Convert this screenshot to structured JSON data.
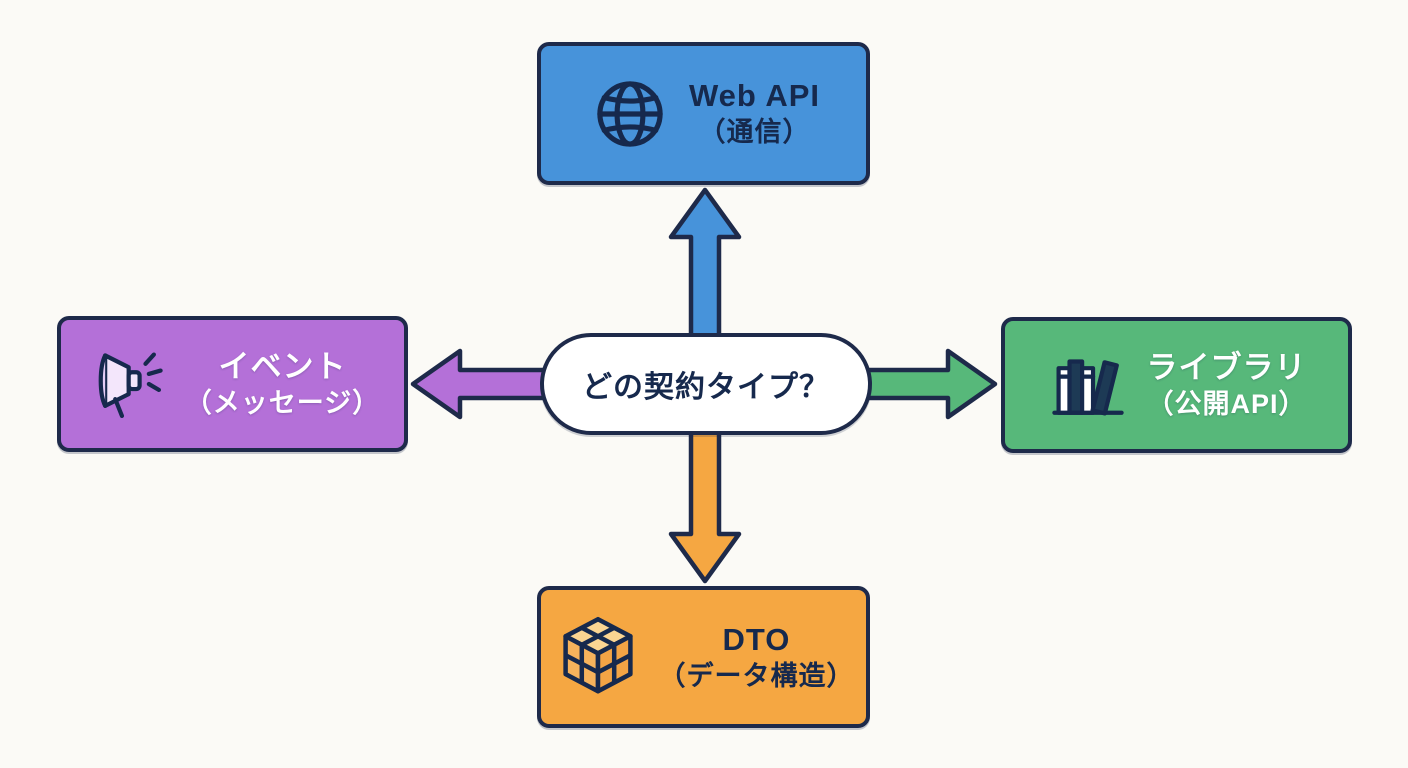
{
  "diagram": {
    "title_hint": "contract-type decision diagram",
    "background_color": "#fbfaf6",
    "outline_color": "#1e2a4a",
    "center": {
      "label": "どの契約タイプ？"
    },
    "nodes": {
      "top": {
        "title": "Web API",
        "subtitle": "（通信）",
        "color": "#4793da",
        "icon": "globe-icon"
      },
      "left": {
        "title": "イベント",
        "subtitle": "（メッセージ）",
        "color": "#b470d8",
        "icon": "megaphone-icon"
      },
      "right": {
        "title": "ライブラリ",
        "subtitle": "（公開API）",
        "color": "#57b87a",
        "icon": "books-icon"
      },
      "bottom": {
        "title": "DTO",
        "subtitle": "（データ構造）",
        "color": "#f5a742",
        "icon": "cube-icon"
      }
    }
  }
}
